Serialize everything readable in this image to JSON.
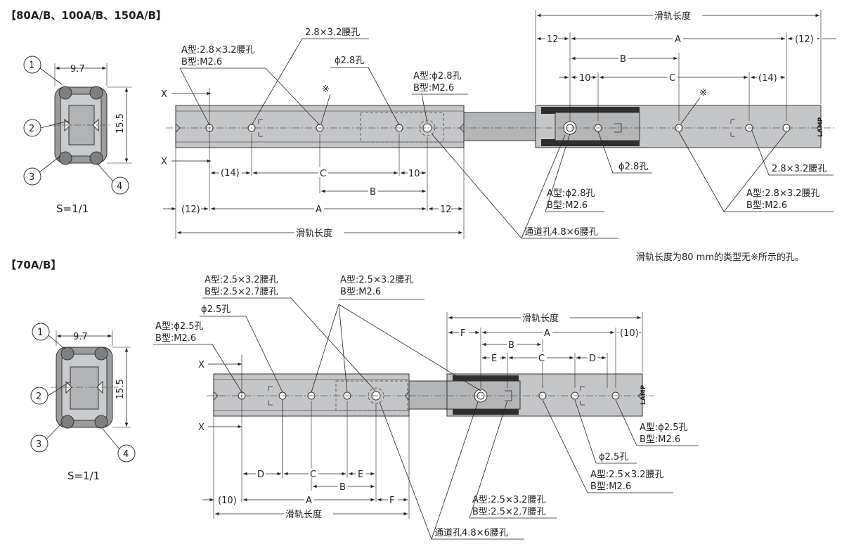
{
  "top": {
    "heading": "【80A/B、100A/B、150A/B】",
    "scale": "S=1/1",
    "numbers": [
      "1",
      "2",
      "3",
      "4"
    ],
    "cs_width": "9.7",
    "cs_height": "15.5",
    "x_label": "X",
    "labels": {
      "typeA_slot": "A型:2.8×3.2腰孔",
      "typeB_m": "B型:M2.6",
      "slot_28x32": "2.8×3.2腰孔",
      "hole_phi28": "ϕ2.8孔",
      "typeA_phi28": "A型:ϕ2.8孔",
      "typeB_m26": "B型:M2.6",
      "mark": "※",
      "right_phi28": "ϕ2.8孔",
      "right_slot": "2.8×3.2腰孔",
      "right_typeA_phi": "A型:ϕ2.8孔",
      "right_typeB": "B型:M2.6",
      "right_typeA_slot": "A型:2.8×3.2腰孔",
      "right_typeB2": "B型:M2.6",
      "through_slot": "通道孔4.8×6腰孔"
    },
    "dims": {
      "rail_length": "滑轨长度",
      "d12": "12",
      "dA": "A",
      "d12p": "(12)",
      "dB": "B",
      "d10": "10",
      "dC": "C",
      "d14p": "(14)"
    }
  },
  "note": "滑轨长度为80 mm的类型无※所示的孔。",
  "bottom": {
    "heading": "【70A/B】",
    "scale": "S=1/1",
    "numbers": [
      "1",
      "2",
      "3",
      "4"
    ],
    "cs_width": "9.7",
    "cs_height": "15.5",
    "x_label": "X",
    "labels": {
      "typeA_phi25": "A型:ϕ2.5孔",
      "typeB_m26": "B型:M2.6",
      "typeA_slot25": "A型:2.5×3.2腰孔",
      "typeB_slot25": "B型:2.5×2.7腰孔",
      "phi25": "ϕ2.5孔",
      "typeA_slot25b": "A型:2.5×3.2腰孔",
      "typeB_m26b": "B型:M2.6",
      "right_typeA_phi25": "A型:ϕ2.5孔",
      "right_typeB_m26": "B型:M2.6",
      "right_phi25": "ϕ2.5孔",
      "right_typeA_slot": "A型:2.5×3.2腰孔",
      "right_typeB_m26b": "B型:M2.6",
      "mid_typeA_slot": "A型:2.5×3.2腰孔",
      "mid_typeB_slot": "B型:2.5×2.7腰孔",
      "through_slot": "通道孔4.8×6腰孔"
    },
    "dims": {
      "rail_length": "滑轨长度",
      "dF": "F",
      "dA": "A",
      "d10p": "(10)",
      "dB": "B",
      "dE": "E",
      "dC": "C",
      "dD": "D"
    }
  }
}
